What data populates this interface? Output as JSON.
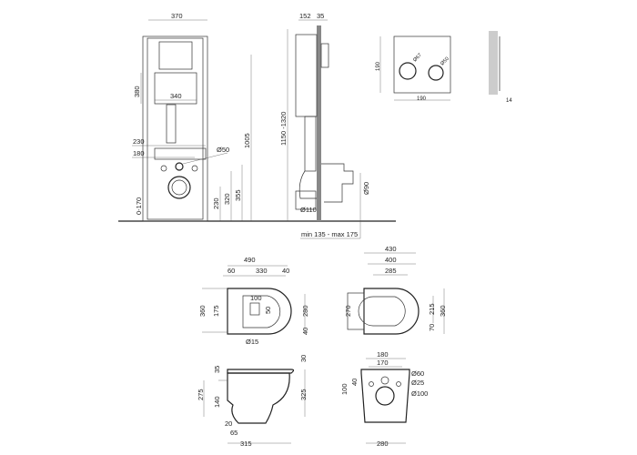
{
  "frame_front": {
    "width": "370",
    "cistern_height": "380",
    "cistern_width": "340",
    "w230": "230",
    "w180": "180",
    "d50": "Ø50",
    "h1005": "1005",
    "h355": "355",
    "h320": "320",
    "h230": "230",
    "adj": "0-170"
  },
  "frame_side": {
    "d152": "152",
    "d35": "35",
    "height": "1150 -1320",
    "d110": "Ø110",
    "d90": "Ø90",
    "depth": "min 135 - max 175"
  },
  "flush_panel": {
    "height": "190",
    "width": "190",
    "btn1": "Ø67",
    "btn2": "Ø50",
    "thickness": "14"
  },
  "bowl_top": {
    "w490": "490",
    "w60": "60",
    "w330": "330",
    "w40": "40",
    "h360": "360",
    "h175": "175",
    "w100": "100",
    "h50": "50",
    "h280": "280",
    "h40": "40",
    "d15": "Ø15"
  },
  "seat_top": {
    "w430": "430",
    "w400": "400",
    "w285": "285",
    "h270": "270",
    "h215": "215",
    "h360": "360",
    "h70": "70"
  },
  "bowl_side": {
    "h35": "35",
    "h30": "30",
    "h275": "275",
    "h325": "325",
    "h140": "140",
    "w20": "20",
    "w65": "65",
    "w315": "315"
  },
  "bowl_back": {
    "w180": "180",
    "w170": "170",
    "d60": "Ø60",
    "d25": "Ø25",
    "d100": "Ø100",
    "h40": "40",
    "h100": "100",
    "w280": "280"
  }
}
